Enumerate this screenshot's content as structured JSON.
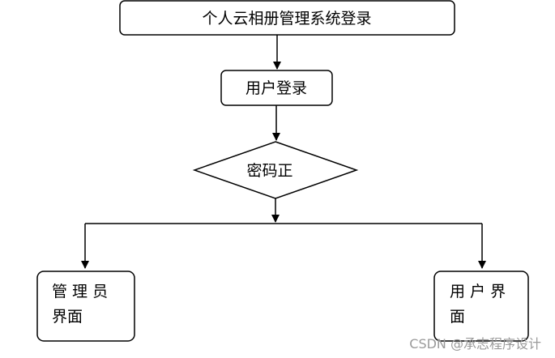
{
  "diagram": {
    "title_box": "个人云相册管理系统登录",
    "login_box": "用户登录",
    "decision": "密码正",
    "admin_box": {
      "line1": "管 理 员",
      "line2": "界面"
    },
    "user_box": {
      "line1": "用 户 界",
      "line2": "面"
    }
  },
  "watermark": "CSDN @承志程序设计",
  "colors": {
    "stroke": "#000000",
    "background": "#ffffff",
    "watermark": "#9a9a9a"
  }
}
